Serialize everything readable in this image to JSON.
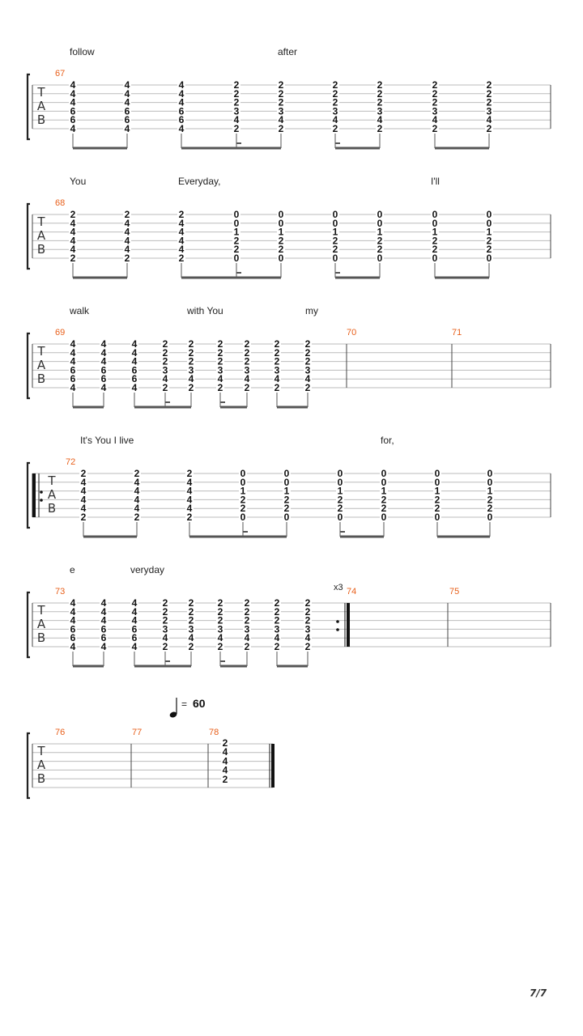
{
  "page": {
    "number": "7/7"
  },
  "tab_clef": [
    "T",
    "A",
    "B"
  ],
  "systems": [
    {
      "lyrics": [
        "follow",
        "after"
      ],
      "measures": [
        {
          "number": "67",
          "chords": [
            [
              "4",
              "4",
              "4",
              "6",
              "6",
              "4"
            ],
            [
              "4",
              "4",
              "4",
              "6",
              "6",
              "4"
            ],
            [
              "4",
              "4",
              "4",
              "6",
              "6",
              "4"
            ],
            [
              "2",
              "2",
              "2",
              "3",
              "4",
              "2"
            ],
            [
              "2",
              "2",
              "2",
              "3",
              "4",
              "2"
            ],
            [
              "2",
              "2",
              "2",
              "3",
              "4",
              "2"
            ],
            [
              "2",
              "2",
              "2",
              "3",
              "4",
              "2"
            ],
            [
              "2",
              "2",
              "2",
              "3",
              "4",
              "2"
            ],
            [
              "2",
              "2",
              "2",
              "3",
              "4",
              "2"
            ]
          ]
        }
      ]
    },
    {
      "lyrics": [
        "You",
        "Everyday,",
        "I'll"
      ],
      "measures": [
        {
          "number": "68",
          "chords": [
            [
              "2",
              "4",
              "4",
              "4",
              "4",
              "2"
            ],
            [
              "2",
              "4",
              "4",
              "4",
              "4",
              "2"
            ],
            [
              "2",
              "4",
              "4",
              "4",
              "4",
              "2"
            ],
            [
              "0",
              "0",
              "1",
              "2",
              "2",
              "0"
            ],
            [
              "0",
              "0",
              "1",
              "2",
              "2",
              "0"
            ],
            [
              "0",
              "0",
              "1",
              "2",
              "2",
              "0"
            ],
            [
              "0",
              "0",
              "1",
              "2",
              "2",
              "0"
            ],
            [
              "0",
              "0",
              "1",
              "2",
              "2",
              "0"
            ],
            [
              "0",
              "0",
              "1",
              "2",
              "2",
              "0"
            ]
          ]
        }
      ]
    },
    {
      "lyrics": [
        "walk",
        "with You",
        "my"
      ],
      "measures": [
        {
          "number": "69",
          "chords": [
            [
              "4",
              "4",
              "4",
              "6",
              "6",
              "4"
            ],
            [
              "4",
              "4",
              "4",
              "6",
              "6",
              "4"
            ],
            [
              "4",
              "4",
              "4",
              "6",
              "6",
              "4"
            ],
            [
              "2",
              "2",
              "2",
              "3",
              "4",
              "2"
            ],
            [
              "2",
              "2",
              "2",
              "3",
              "4",
              "2"
            ],
            [
              "2",
              "2",
              "2",
              "3",
              "4",
              "2"
            ],
            [
              "2",
              "2",
              "2",
              "3",
              "4",
              "2"
            ],
            [
              "2",
              "2",
              "2",
              "3",
              "4",
              "2"
            ],
            [
              "2",
              "2",
              "2",
              "3",
              "4",
              "2"
            ]
          ]
        },
        {
          "number": "70",
          "chords": []
        },
        {
          "number": "71",
          "chords": []
        }
      ]
    },
    {
      "lyrics": [
        "It's You I live",
        "for,"
      ],
      "measures": [
        {
          "number": "72",
          "chords": [
            [
              "2",
              "4",
              "4",
              "4",
              "4",
              "2"
            ],
            [
              "2",
              "4",
              "4",
              "4",
              "4",
              "2"
            ],
            [
              "2",
              "4",
              "4",
              "4",
              "4",
              "2"
            ],
            [
              "0",
              "0",
              "1",
              "2",
              "2",
              "0"
            ],
            [
              "0",
              "0",
              "1",
              "2",
              "2",
              "0"
            ],
            [
              "0",
              "0",
              "1",
              "2",
              "2",
              "0"
            ],
            [
              "0",
              "0",
              "1",
              "2",
              "2",
              "0"
            ],
            [
              "0",
              "0",
              "1",
              "2",
              "2",
              "0"
            ],
            [
              "0",
              "0",
              "1",
              "2",
              "2",
              "0"
            ]
          ]
        }
      ]
    },
    {
      "lyrics": [
        "e",
        "veryday"
      ],
      "repeat_count": "x3",
      "measures": [
        {
          "number": "73",
          "chords": [
            [
              "4",
              "4",
              "4",
              "6",
              "6",
              "4"
            ],
            [
              "4",
              "4",
              "4",
              "6",
              "6",
              "4"
            ],
            [
              "4",
              "4",
              "4",
              "6",
              "6",
              "4"
            ],
            [
              "2",
              "2",
              "2",
              "3",
              "4",
              "2"
            ],
            [
              "2",
              "2",
              "2",
              "3",
              "4",
              "2"
            ],
            [
              "2",
              "2",
              "2",
              "3",
              "4",
              "2"
            ],
            [
              "2",
              "2",
              "2",
              "3",
              "4",
              "2"
            ],
            [
              "2",
              "2",
              "2",
              "3",
              "4",
              "2"
            ],
            [
              "2",
              "2",
              "2",
              "3",
              "4",
              "2"
            ]
          ]
        },
        {
          "number": "74",
          "chords": []
        },
        {
          "number": "75",
          "chords": []
        }
      ]
    },
    {
      "lyrics": [],
      "tempo": {
        "eq": "=",
        "bpm": "60"
      },
      "measures": [
        {
          "number": "76",
          "chords": []
        },
        {
          "number": "77",
          "chords": []
        },
        {
          "number": "78",
          "chords": [
            [
              "2",
              "4",
              "4",
              "4",
              "2"
            ]
          ]
        }
      ]
    }
  ]
}
